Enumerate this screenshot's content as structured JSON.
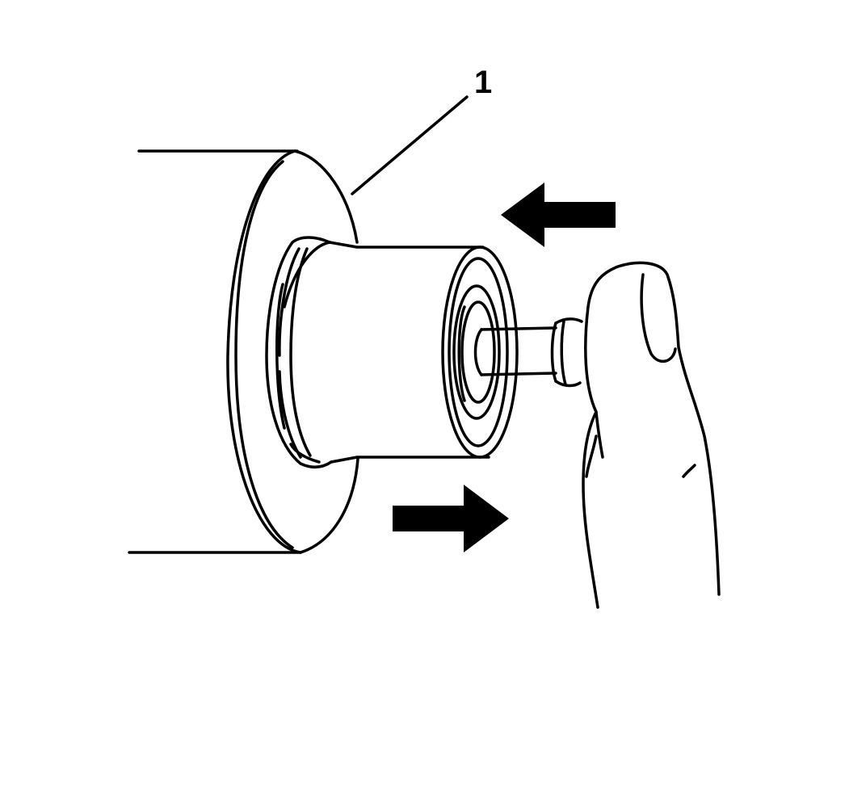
{
  "diagram": {
    "callouts": [
      {
        "label": "1"
      }
    ],
    "arrows": [
      {
        "name": "push-in-arrow",
        "direction": "left"
      },
      {
        "name": "pull-out-arrow",
        "direction": "right"
      }
    ],
    "colors": {
      "line": "#000000",
      "background": "#ffffff"
    }
  }
}
